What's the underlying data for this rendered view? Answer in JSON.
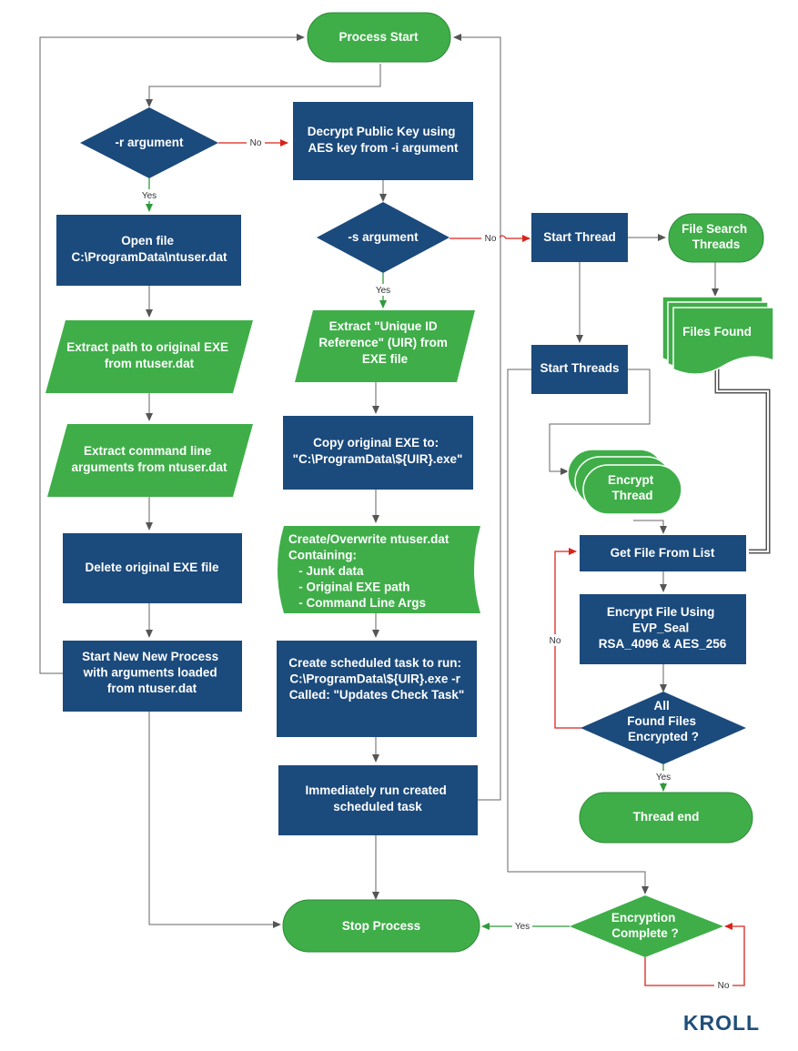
{
  "colors": {
    "blue": "#1b4a7c",
    "green": "#3fae49",
    "green_border": "#2e8b37",
    "line": "#666666",
    "no_line": "#d9241b",
    "yes_arrow": "#2f9a3a",
    "logo": "#1f4e79"
  },
  "nodes": {
    "process_start": "Process Start",
    "r_argument": "-r argument",
    "decrypt_public_key": [
      "Decrypt Public Key using",
      "AES key from -i argument"
    ],
    "open_file": [
      "Open file",
      "C:\\ProgramData\\ntuser.dat"
    ],
    "s_argument": "-s argument",
    "start_thread": "Start Thread",
    "file_search_threads": [
      "File Search",
      "Threads"
    ],
    "files_found": "Files Found",
    "extract_path": [
      "Extract path to original EXE",
      "from ntuser.dat"
    ],
    "extract_uir": [
      "Extract \"Unique ID",
      "Reference\" (UIR) from",
      "EXE file"
    ],
    "start_threads": "Start Threads",
    "extract_cmdline": [
      "Extract command line",
      "arguments from ntuser.dat"
    ],
    "copy_exe": [
      "Copy original EXE to:",
      "\"C:\\ProgramData\\${UIR}.exe\""
    ],
    "encrypt_thread": [
      "Encrypt",
      "Thread"
    ],
    "delete_exe": "Delete original EXE file",
    "create_ntuser": [
      "Create/Overwrite ntuser.dat",
      "Containing:",
      "   - Junk data",
      "   - Original EXE path",
      "   - Command Line Args"
    ],
    "get_file": "Get File From List",
    "encrypt_file": [
      "Encrypt File Using",
      "EVP_Seal",
      "RSA_4096 & AES_256"
    ],
    "start_new_process": [
      "Start New New Process",
      "with arguments loaded",
      "from ntuser.dat"
    ],
    "create_task": [
      "Create scheduled task to run:",
      "C:\\ProgramData\\${UIR}.exe -r",
      "",
      "Called: \"Updates Check Task\""
    ],
    "all_found": [
      "All",
      "Found Files",
      "Encrypted ?"
    ],
    "run_task": [
      "Immediately run created",
      "scheduled task"
    ],
    "thread_end": "Thread end",
    "stop_process": "Stop Process",
    "encryption_complete": [
      "Encryption",
      "Complete ?"
    ]
  },
  "edge_labels": {
    "no": "No",
    "yes": "Yes"
  },
  "logo": {
    "text": "KROLL"
  }
}
